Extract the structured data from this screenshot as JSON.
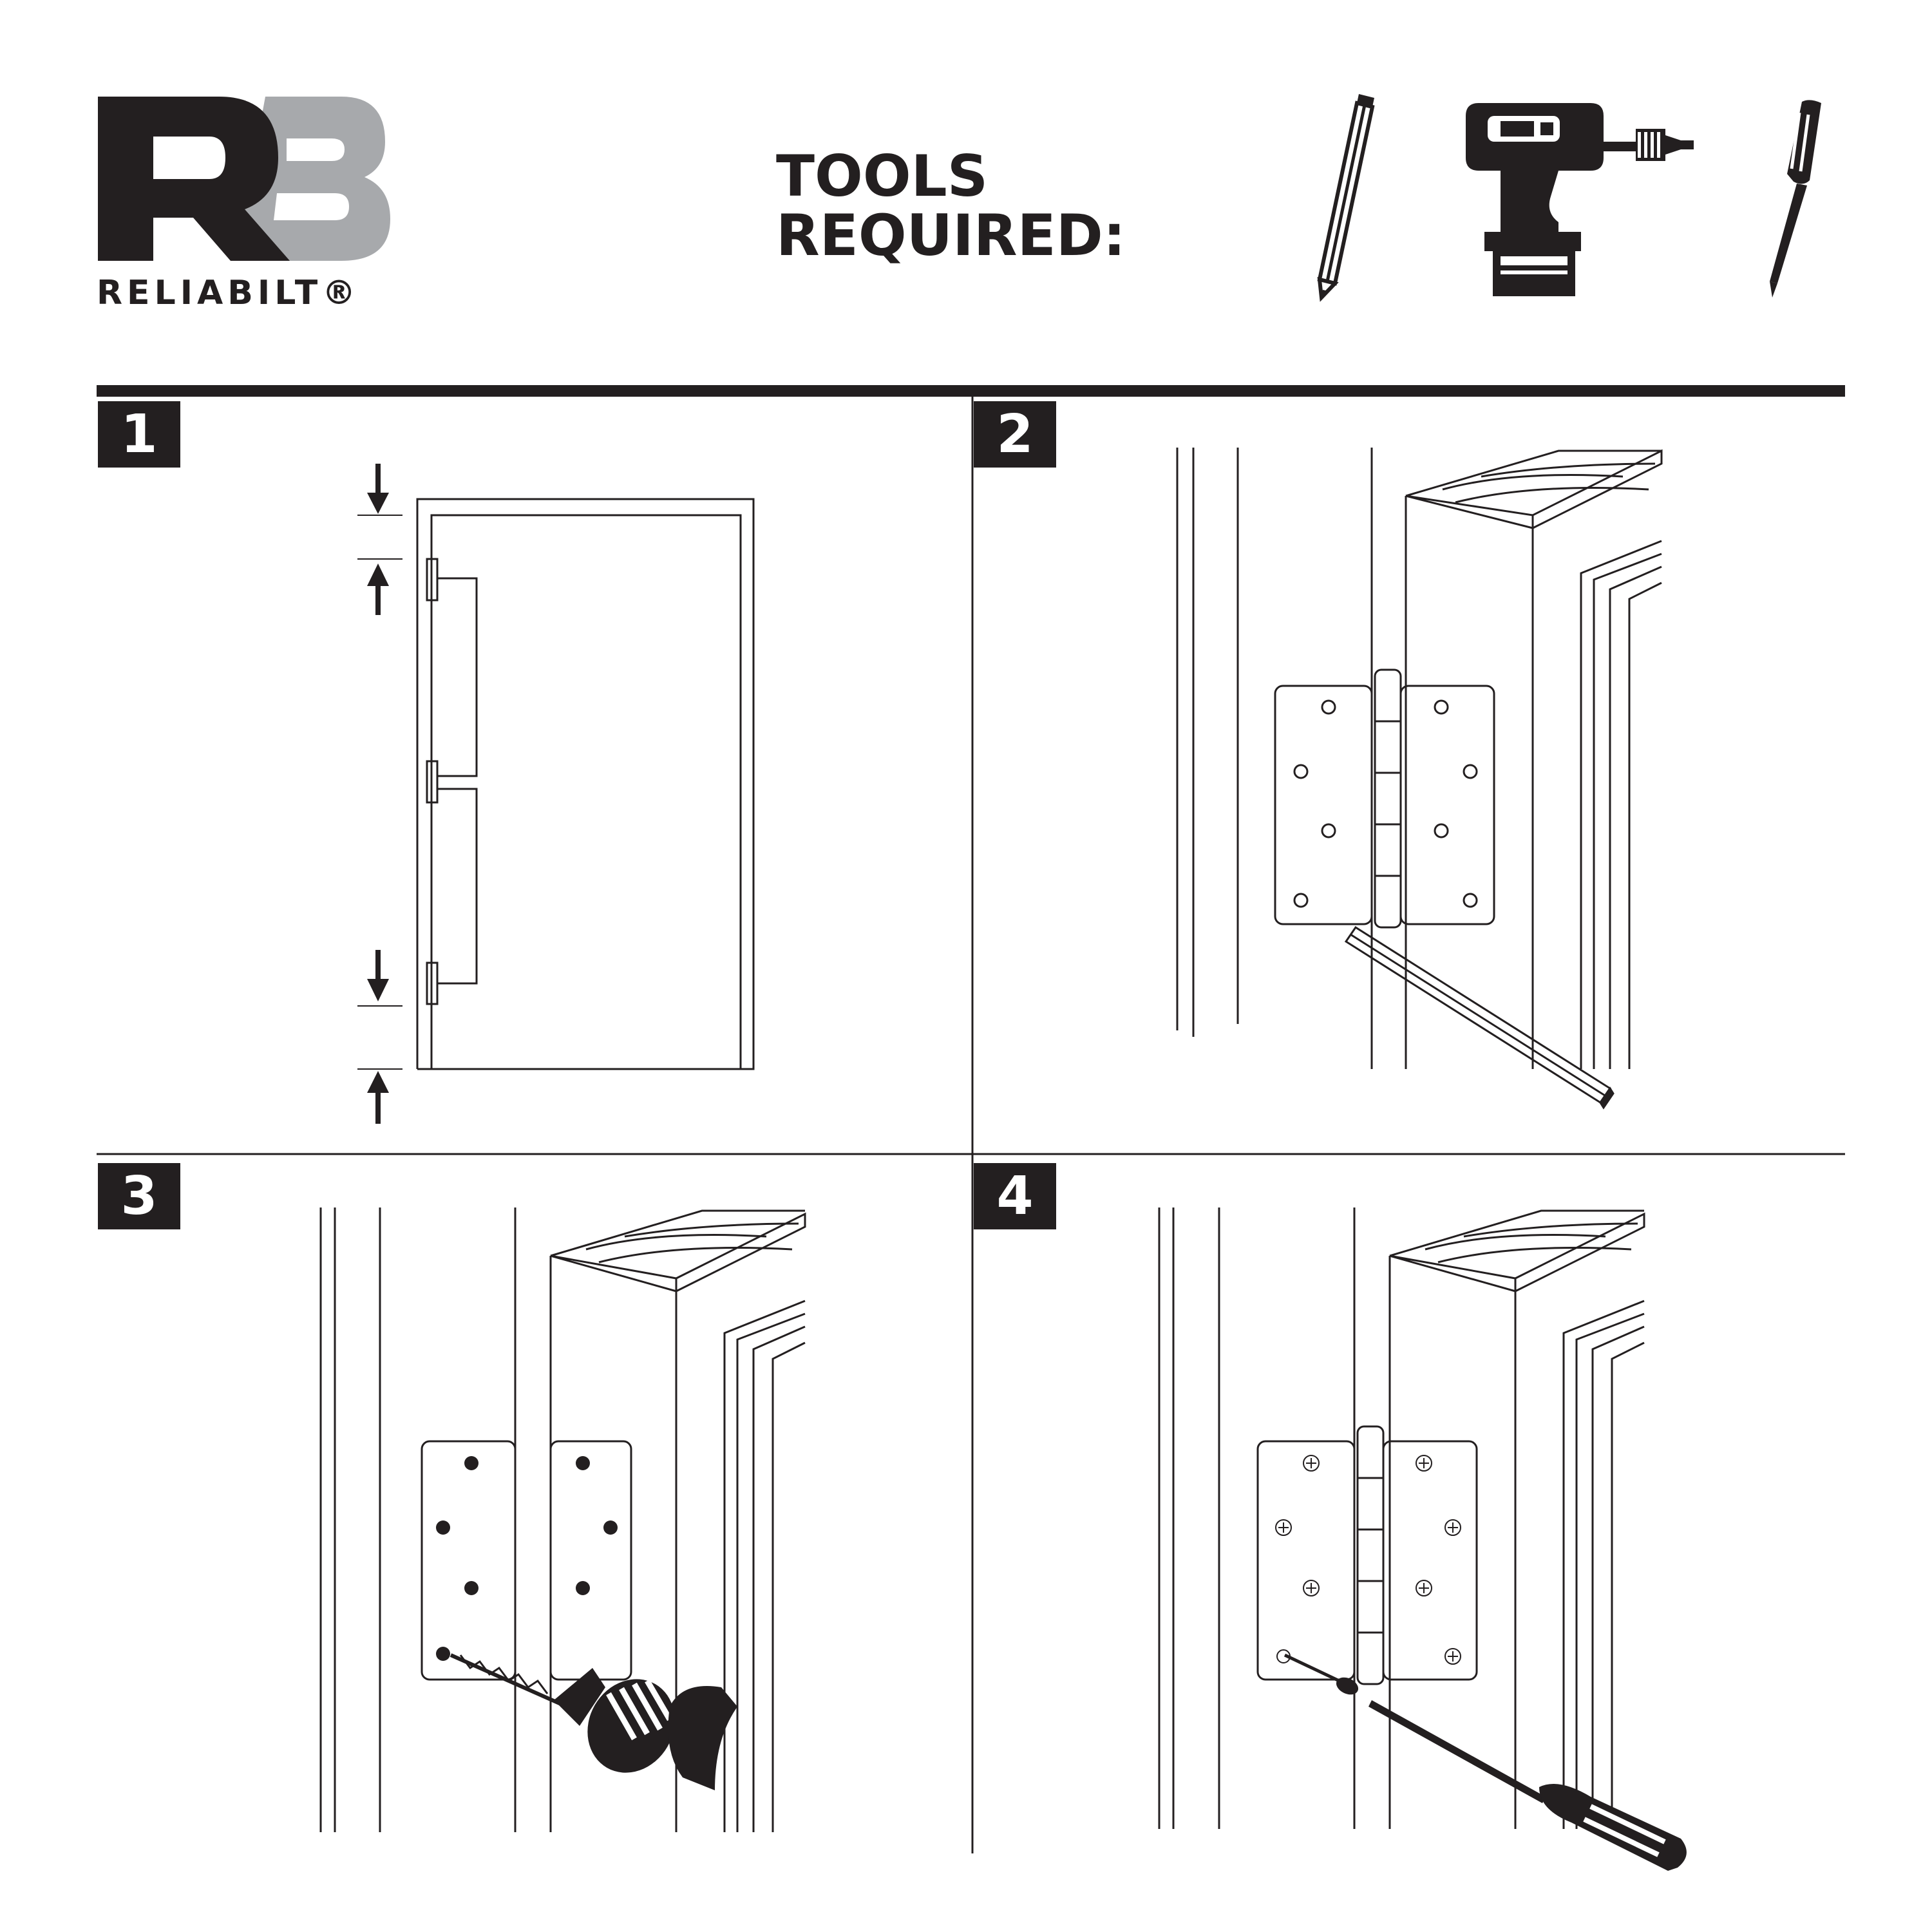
{
  "brand": {
    "logo_letters": "RB",
    "name": "RELIABILT®",
    "dark_color": "#231f20",
    "gray_color": "#a7a9ac"
  },
  "tools": {
    "title_line1": "TOOLS",
    "title_line2": "REQUIRED:",
    "icons": [
      "pencil-icon",
      "cordless-drill-icon",
      "screwdriver-icon"
    ]
  },
  "steps": [
    {
      "number": "1",
      "description_icon": "door-hinge-placement"
    },
    {
      "number": "2",
      "description_icon": "mark-hinge-with-pencil"
    },
    {
      "number": "3",
      "description_icon": "drill-pilot-holes"
    },
    {
      "number": "4",
      "description_icon": "screw-hinge-with-screwdriver"
    }
  ],
  "colors": {
    "ink": "#231f20",
    "paper": "#ffffff"
  }
}
